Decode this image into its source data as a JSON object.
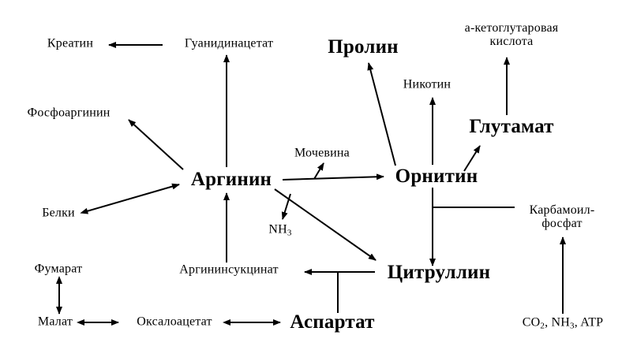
{
  "nodes": {
    "kreatin": "Креатин",
    "guanidinacetat": "Гуанидинацетат",
    "prolin": "Пролин",
    "ketoglutarat_1": "а-кетоглутаровая",
    "ketoglutarat_2": "кислота",
    "nikotin": "Никотин",
    "glutamat": "Глутамат",
    "fosfoarginin": "Фосфоаргинин",
    "mochevina": "Мочевина",
    "arginin": "Аргинин",
    "ornitin": "Орнитин",
    "belki": "Белки",
    "nh3_base": "NH",
    "nh3_sub": "3",
    "karbamoil_1": "Карбамоил-",
    "karbamoil_2": "фосфат",
    "fumarat": "Фумарат",
    "argininsukcinat": "Аргининсукцинат",
    "citrullin": "Цитруллин",
    "malat": "Малат",
    "oksaloacetat": "Оксалоацетат",
    "aspartat": "Аспартат",
    "co2_base": "CO",
    "co2_sub": "2",
    "nh3_atp_base": ", NH",
    "nh3_atp_sub": "3",
    "atp_tail": ", ATP"
  }
}
